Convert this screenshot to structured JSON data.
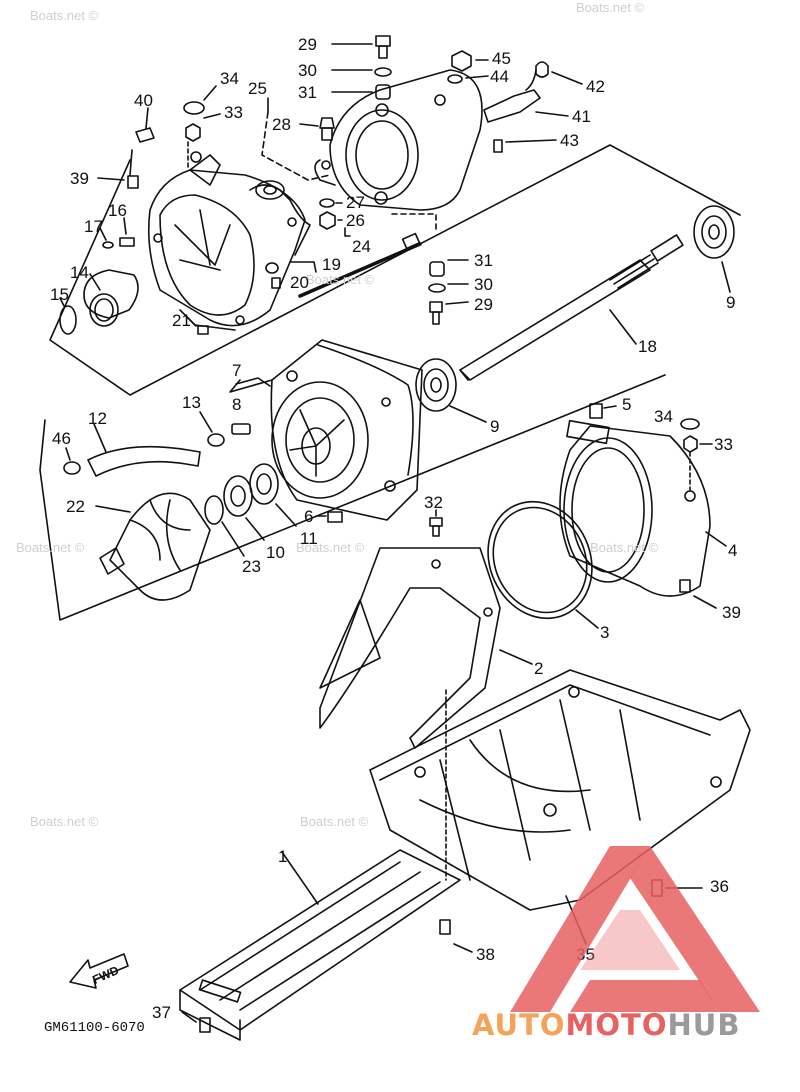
{
  "diagram": {
    "code": "GM61100-6070",
    "fwd_label": "FWD",
    "watermark_text": "Boats.net ©",
    "parts": [
      {
        "id": "p29a",
        "label": "29"
      },
      {
        "id": "p30a",
        "label": "30"
      },
      {
        "id": "p31a",
        "label": "31"
      },
      {
        "id": "p45",
        "label": "45"
      },
      {
        "id": "p44",
        "label": "44"
      },
      {
        "id": "p42",
        "label": "42"
      },
      {
        "id": "p34a",
        "label": "34"
      },
      {
        "id": "p40",
        "label": "40"
      },
      {
        "id": "p33a",
        "label": "33"
      },
      {
        "id": "p25",
        "label": "25"
      },
      {
        "id": "p28",
        "label": "28"
      },
      {
        "id": "p41",
        "label": "41"
      },
      {
        "id": "p43",
        "label": "43"
      },
      {
        "id": "p39a",
        "label": "39"
      },
      {
        "id": "p27",
        "label": "27"
      },
      {
        "id": "p26",
        "label": "26"
      },
      {
        "id": "p17",
        "label": "17"
      },
      {
        "id": "p16",
        "label": "16"
      },
      {
        "id": "p24",
        "label": "24"
      },
      {
        "id": "p19",
        "label": "19"
      },
      {
        "id": "p14",
        "label": "14"
      },
      {
        "id": "p31b",
        "label": "31"
      },
      {
        "id": "p20",
        "label": "20"
      },
      {
        "id": "p30b",
        "label": "30"
      },
      {
        "id": "p15",
        "label": "15"
      },
      {
        "id": "p29b",
        "label": "29"
      },
      {
        "id": "p9a",
        "label": "9"
      },
      {
        "id": "p21",
        "label": "21"
      },
      {
        "id": "p18",
        "label": "18"
      },
      {
        "id": "p7",
        "label": "7"
      },
      {
        "id": "p13",
        "label": "13"
      },
      {
        "id": "p8",
        "label": "8"
      },
      {
        "id": "p9b",
        "label": "9"
      },
      {
        "id": "p5",
        "label": "5"
      },
      {
        "id": "p34b",
        "label": "34"
      },
      {
        "id": "p33b",
        "label": "33"
      },
      {
        "id": "p12",
        "label": "12"
      },
      {
        "id": "p46",
        "label": "46"
      },
      {
        "id": "p32",
        "label": "32"
      },
      {
        "id": "p22",
        "label": "22"
      },
      {
        "id": "p6",
        "label": "6"
      },
      {
        "id": "p4",
        "label": "4"
      },
      {
        "id": "p23",
        "label": "23"
      },
      {
        "id": "p10",
        "label": "10"
      },
      {
        "id": "p11",
        "label": "11"
      },
      {
        "id": "p39b",
        "label": "39"
      },
      {
        "id": "p3",
        "label": "3"
      },
      {
        "id": "p2",
        "label": "2"
      },
      {
        "id": "p1",
        "label": "1"
      },
      {
        "id": "p36",
        "label": "36"
      },
      {
        "id": "p35",
        "label": "35"
      },
      {
        "id": "p38",
        "label": "38"
      },
      {
        "id": "p37",
        "label": "37"
      }
    ]
  },
  "logo": {
    "text_part1": "AUTO",
    "text_part2": "MOTO",
    "text_part3": "HUB",
    "color_part1": "#f5a25a",
    "color_part2": "#e86060",
    "color_part3": "#9a9a9a",
    "triangle_color": "#e86060"
  },
  "colors": {
    "line": "#111111",
    "background": "#ffffff",
    "watermark": "#cfcfcf"
  }
}
